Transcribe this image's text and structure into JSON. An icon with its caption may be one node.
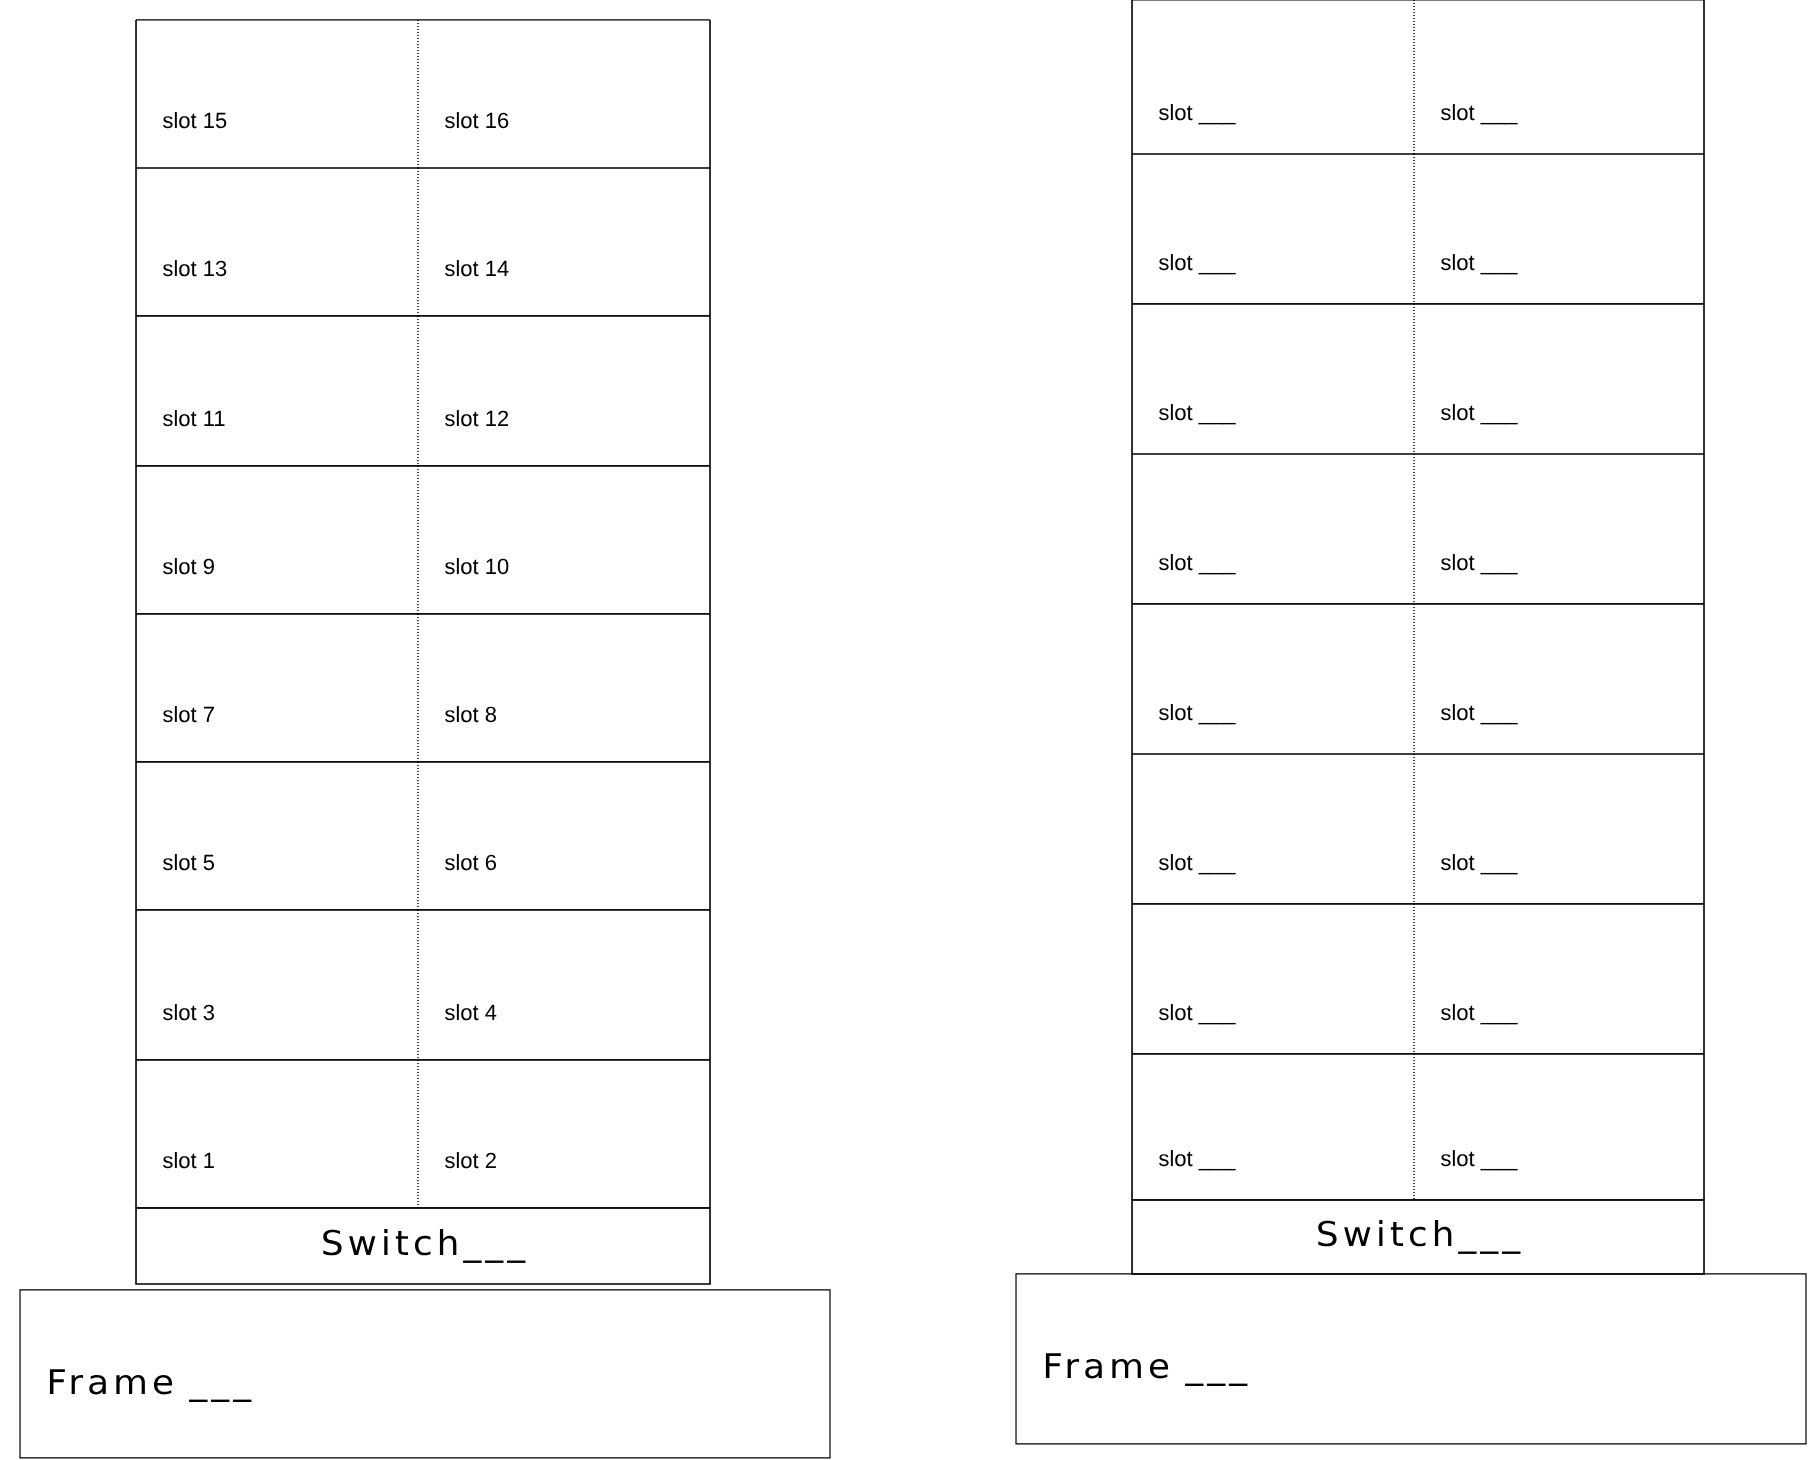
{
  "diagram": {
    "nodes": [
      {
        "text": [
          "slot 15"
        ]
      },
      {
        "text": [
          "slot 16"
        ]
      },
      {
        "text": [
          "slot 13"
        ]
      },
      {
        "text": [
          "slot 14"
        ]
      },
      {
        "text": [
          "slot 11"
        ]
      },
      {
        "text": [
          "slot 12"
        ]
      },
      {
        "text": [
          "slot 9"
        ]
      },
      {
        "text": [
          "slot 10"
        ]
      },
      {
        "text": [
          "slot 7"
        ]
      },
      {
        "text": [
          "slot 8"
        ]
      },
      {
        "text": [
          "slot 5"
        ]
      },
      {
        "text": [
          "slot 6"
        ]
      },
      {
        "text": [
          "slot 3"
        ]
      },
      {
        "text": [
          "slot 4"
        ]
      },
      {
        "text": [
          "slot 1"
        ]
      },
      {
        "text": [
          "slot 2"
        ]
      },
      {
        "text": [
          "Switch___"
        ]
      },
      {
        "text": [
          "Frame ___"
        ]
      },
      {
        "text": [
          "slot ___"
        ]
      },
      {
        "text": [
          "slot ___"
        ]
      },
      {
        "text": [
          "slot ___"
        ]
      },
      {
        "text": [
          "slot ___"
        ]
      },
      {
        "text": [
          "slot ___"
        ]
      },
      {
        "text": [
          "slot ___"
        ]
      },
      {
        "text": [
          "slot ___"
        ]
      },
      {
        "text": [
          "slot ___"
        ]
      },
      {
        "text": [
          "slot ___"
        ]
      },
      {
        "text": [
          "slot ___"
        ]
      },
      {
        "text": [
          "slot ___"
        ]
      },
      {
        "text": [
          "slot ___"
        ]
      },
      {
        "text": [
          "slot ___"
        ]
      },
      {
        "text": [
          "slot ___"
        ]
      },
      {
        "text": [
          "slot ___"
        ]
      },
      {
        "text": [
          "slot ___"
        ]
      },
      {
        "text": [
          "Switch___"
        ]
      },
      {
        "text": [
          "Frame ___"
        ]
      }
    ]
  }
}
